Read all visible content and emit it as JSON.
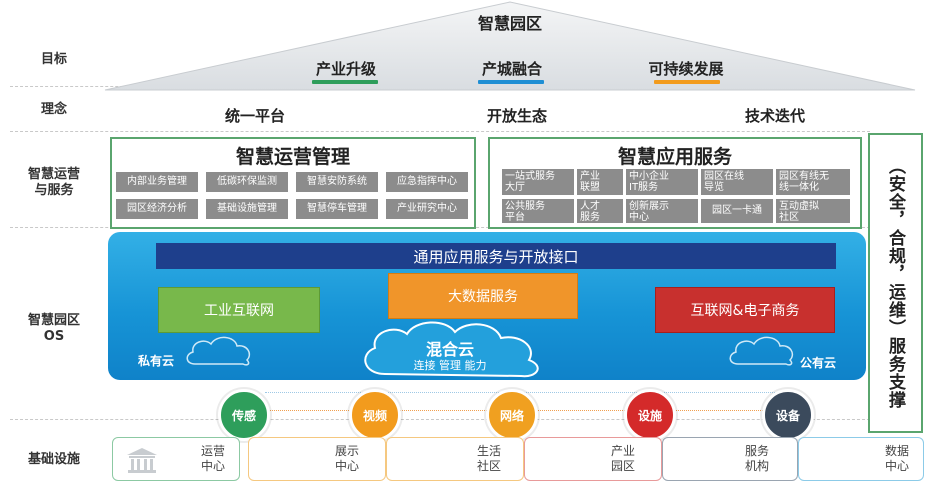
{
  "title": "智慧园区",
  "rows": {
    "goal": "目标",
    "concept": "理念",
    "ops": "智慧运营\n与服务",
    "os": "智慧园区\nOS",
    "infra": "基础设施"
  },
  "goals": [
    {
      "label": "产业升级",
      "color": "#2e9e5b"
    },
    {
      "label": "产城融合",
      "color": "#1f8fd4"
    },
    {
      "label": "可持续发展",
      "color": "#f29b1d"
    }
  ],
  "concepts": [
    "统一平台",
    "开放生态",
    "技术迭代"
  ],
  "ops_panel": {
    "title": "智慧运营管理",
    "items": [
      "内部业务管理",
      "低碳环保监测",
      "智慧安防系统",
      "应急指挥中心",
      "园区经济分析",
      "基础设施管理",
      "智慧停车管理",
      "产业研究中心"
    ]
  },
  "service_panel": {
    "title": "智慧应用服务",
    "items": [
      "一站式服务\n大厅",
      "产业\n联盟",
      "中小企业\nIT服务",
      "园区在线\n导览",
      "园区有线无\n线一体化",
      "公共服务\n平台",
      "人才\n服务",
      "创新展示\n中心",
      "园区一卡通",
      "互动虚拟\n社区"
    ]
  },
  "os": {
    "bar": "通用应用服务与开放接口",
    "industrial": "工业互联网",
    "bigdata": "大数据服务",
    "ecommerce": "互联网&电子商务",
    "hybrid": "混合云",
    "hybrid_sub": "连接 管理 能力",
    "private": "私有云",
    "public": "公有云"
  },
  "side_vertical": "（安全，合规，运维）服务支撑",
  "circles": [
    {
      "label": "传感",
      "color": "#2e9e5b"
    },
    {
      "label": "视频",
      "color": "#f29b1d"
    },
    {
      "label": "网络",
      "color": "#f0a020"
    },
    {
      "label": "设施",
      "color": "#d42a2a"
    },
    {
      "label": "设备",
      "color": "#3b4a5c"
    }
  ],
  "infra": [
    {
      "label": "运营\n中心",
      "color": "#8cc9a3"
    },
    {
      "label": "展示\n中心",
      "color": "#f5c880"
    },
    {
      "label": "生活\n社区",
      "color": "#f5c880"
    },
    {
      "label": "产业\n园区",
      "color": "#e89a9a"
    },
    {
      "label": "服务\n机构",
      "color": "#9aa5b1"
    },
    {
      "label": "数据\n中心",
      "color": "#8ccbe8"
    }
  ]
}
